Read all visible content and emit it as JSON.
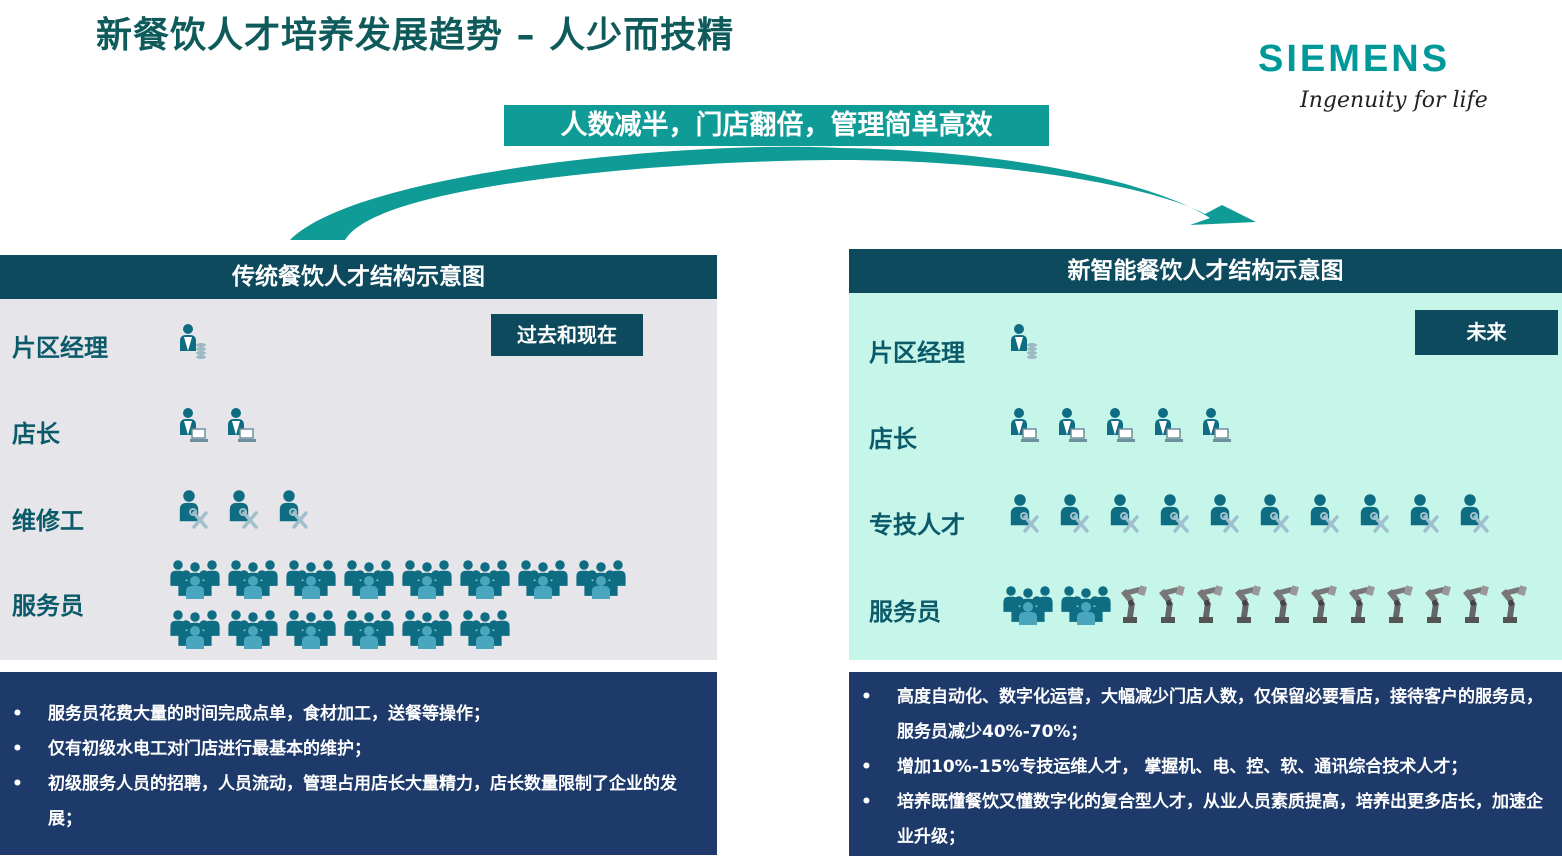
{
  "title": "新餐饮人才培养发展趋势 – 人少而技精",
  "logo": {
    "name": "SIEMENS",
    "tagline": "Ingenuity for life"
  },
  "slogan": "人数减半，门店翻倍，管理简单高效",
  "colors": {
    "teal": "#0f9b96",
    "dark_teal": "#0d4a5e",
    "icon_teal": "#0e6d82",
    "navy": "#1d3a6b",
    "left_bg": "#e6e6ea",
    "right_bg": "#c6f5ea"
  },
  "left": {
    "header": "传统餐饮人才结构示意图",
    "badge": "过去和现在",
    "rows": [
      {
        "label": "片区经理",
        "icon": "manager-coins-icon",
        "count": 1
      },
      {
        "label": "店长",
        "icon": "manager-computer-icon",
        "count": 2
      },
      {
        "label": "维修工",
        "icon": "technician-wrench-icon",
        "count": 3
      },
      {
        "label": "服务员",
        "icon": "staff-group-icon",
        "count": 14
      }
    ],
    "notes": [
      "服务员花费大量的时间完成点单，食材加工，送餐等操作；",
      "仅有初级水电工对门店进行最基本的维护；",
      "初级服务人员的招聘，人员流动，管理占用店长大量精力，店长数量限制了企业的发展；"
    ]
  },
  "right": {
    "header": "新智能餐饮人才结构示意图",
    "badge": "未来",
    "rows": [
      {
        "label": "片区经理",
        "icon": "manager-coins-icon",
        "count": 1
      },
      {
        "label": "店长",
        "icon": "manager-computer-icon",
        "count": 5
      },
      {
        "label": "专技人才",
        "icon": "technician-wrench-icon",
        "count": 10
      },
      {
        "label": "服务员",
        "icon": "staff-group-icon",
        "count": 2,
        "robot_icon": "robot-arm-icon",
        "robot_count": 11
      }
    ],
    "notes": [
      "高度自动化、数字化运营，大幅减少门店人数，仅保留必要看店，接待客户的服务员，服务员减少40%-70%；",
      "增加10%-15%专技运维人才， 掌握机、电、控、软、通讯综合技术人才；",
      "培养既懂餐饮又懂数字化的复合型人才，从业人员素质提高，培养出更多店长，加速企业升级；"
    ]
  }
}
